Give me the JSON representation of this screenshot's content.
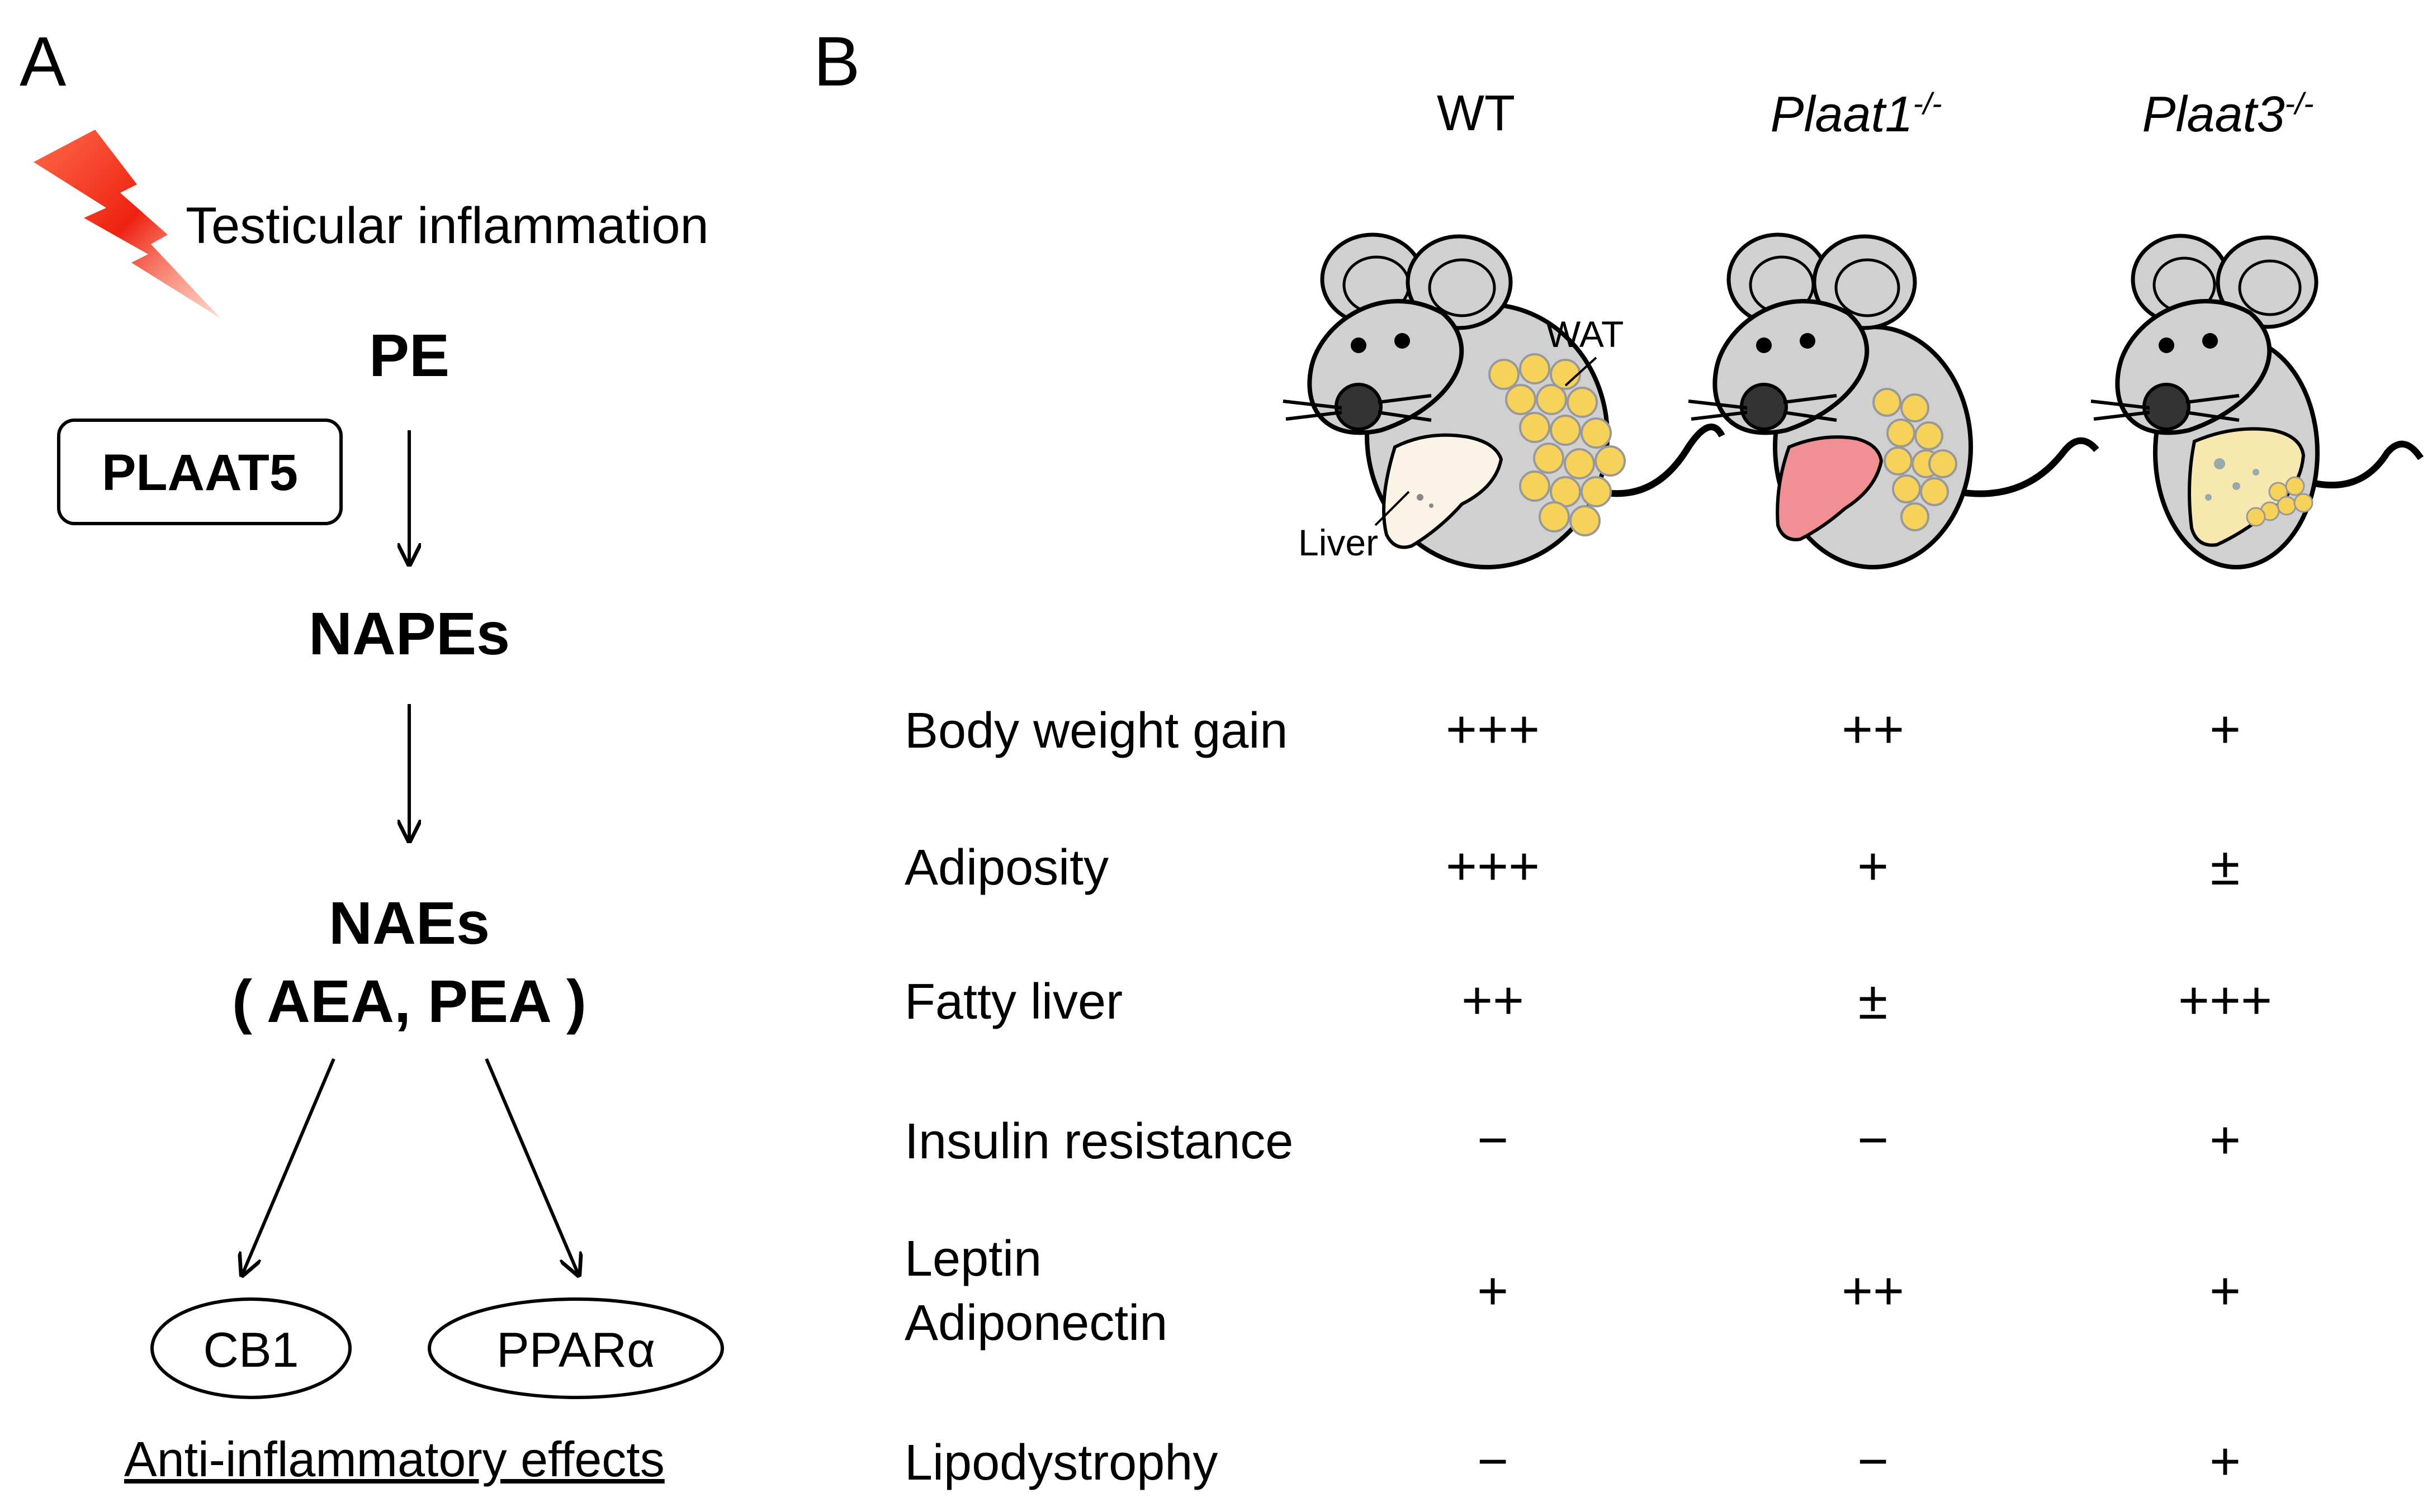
{
  "panel_a": {
    "label": "A",
    "trigger": "Testicular inflammation",
    "pe": "PE",
    "enzyme": "PLAAT5",
    "napes": "NAPEs",
    "naes_line1": "NAEs",
    "naes_line2": "( AEA, PEA )",
    "receptor_left": "CB1",
    "receptor_right": "PPARα",
    "effect": "Anti-inflammatory effects"
  },
  "panel_b": {
    "label": "B",
    "columns": [
      {
        "name": "WT",
        "sup": ""
      },
      {
        "name": "Plaat1",
        "sup": "-/-"
      },
      {
        "name": "Plaat3",
        "sup": "-/-"
      }
    ],
    "mouse_labels": {
      "wat": "WAT",
      "liver": "Liver"
    },
    "rows": [
      {
        "label": "Body weight gain",
        "values": [
          "+++",
          "++",
          "+"
        ]
      },
      {
        "label": "Adiposity",
        "values": [
          "+++",
          "+",
          "±"
        ]
      },
      {
        "label": "Fatty liver",
        "values": [
          "++",
          "±",
          "+++"
        ]
      },
      {
        "label": "Insulin resistance",
        "values": [
          "−",
          "−",
          "+"
        ]
      },
      {
        "label_line1": "Leptin",
        "label_line2": "Adiponectin",
        "values": [
          "+",
          "++",
          "+"
        ]
      },
      {
        "label": "Lipodystrophy",
        "values": [
          "−",
          "−",
          "+"
        ]
      }
    ]
  },
  "colors": {
    "lightning": "#ee2211",
    "mouse_fill": "#d0d0d0",
    "fat": "#f6d25a",
    "liver_wt": "#fbf4e6",
    "liver_plaat1": "#f08f94",
    "liver_plaat3": "#f7e8b0"
  }
}
